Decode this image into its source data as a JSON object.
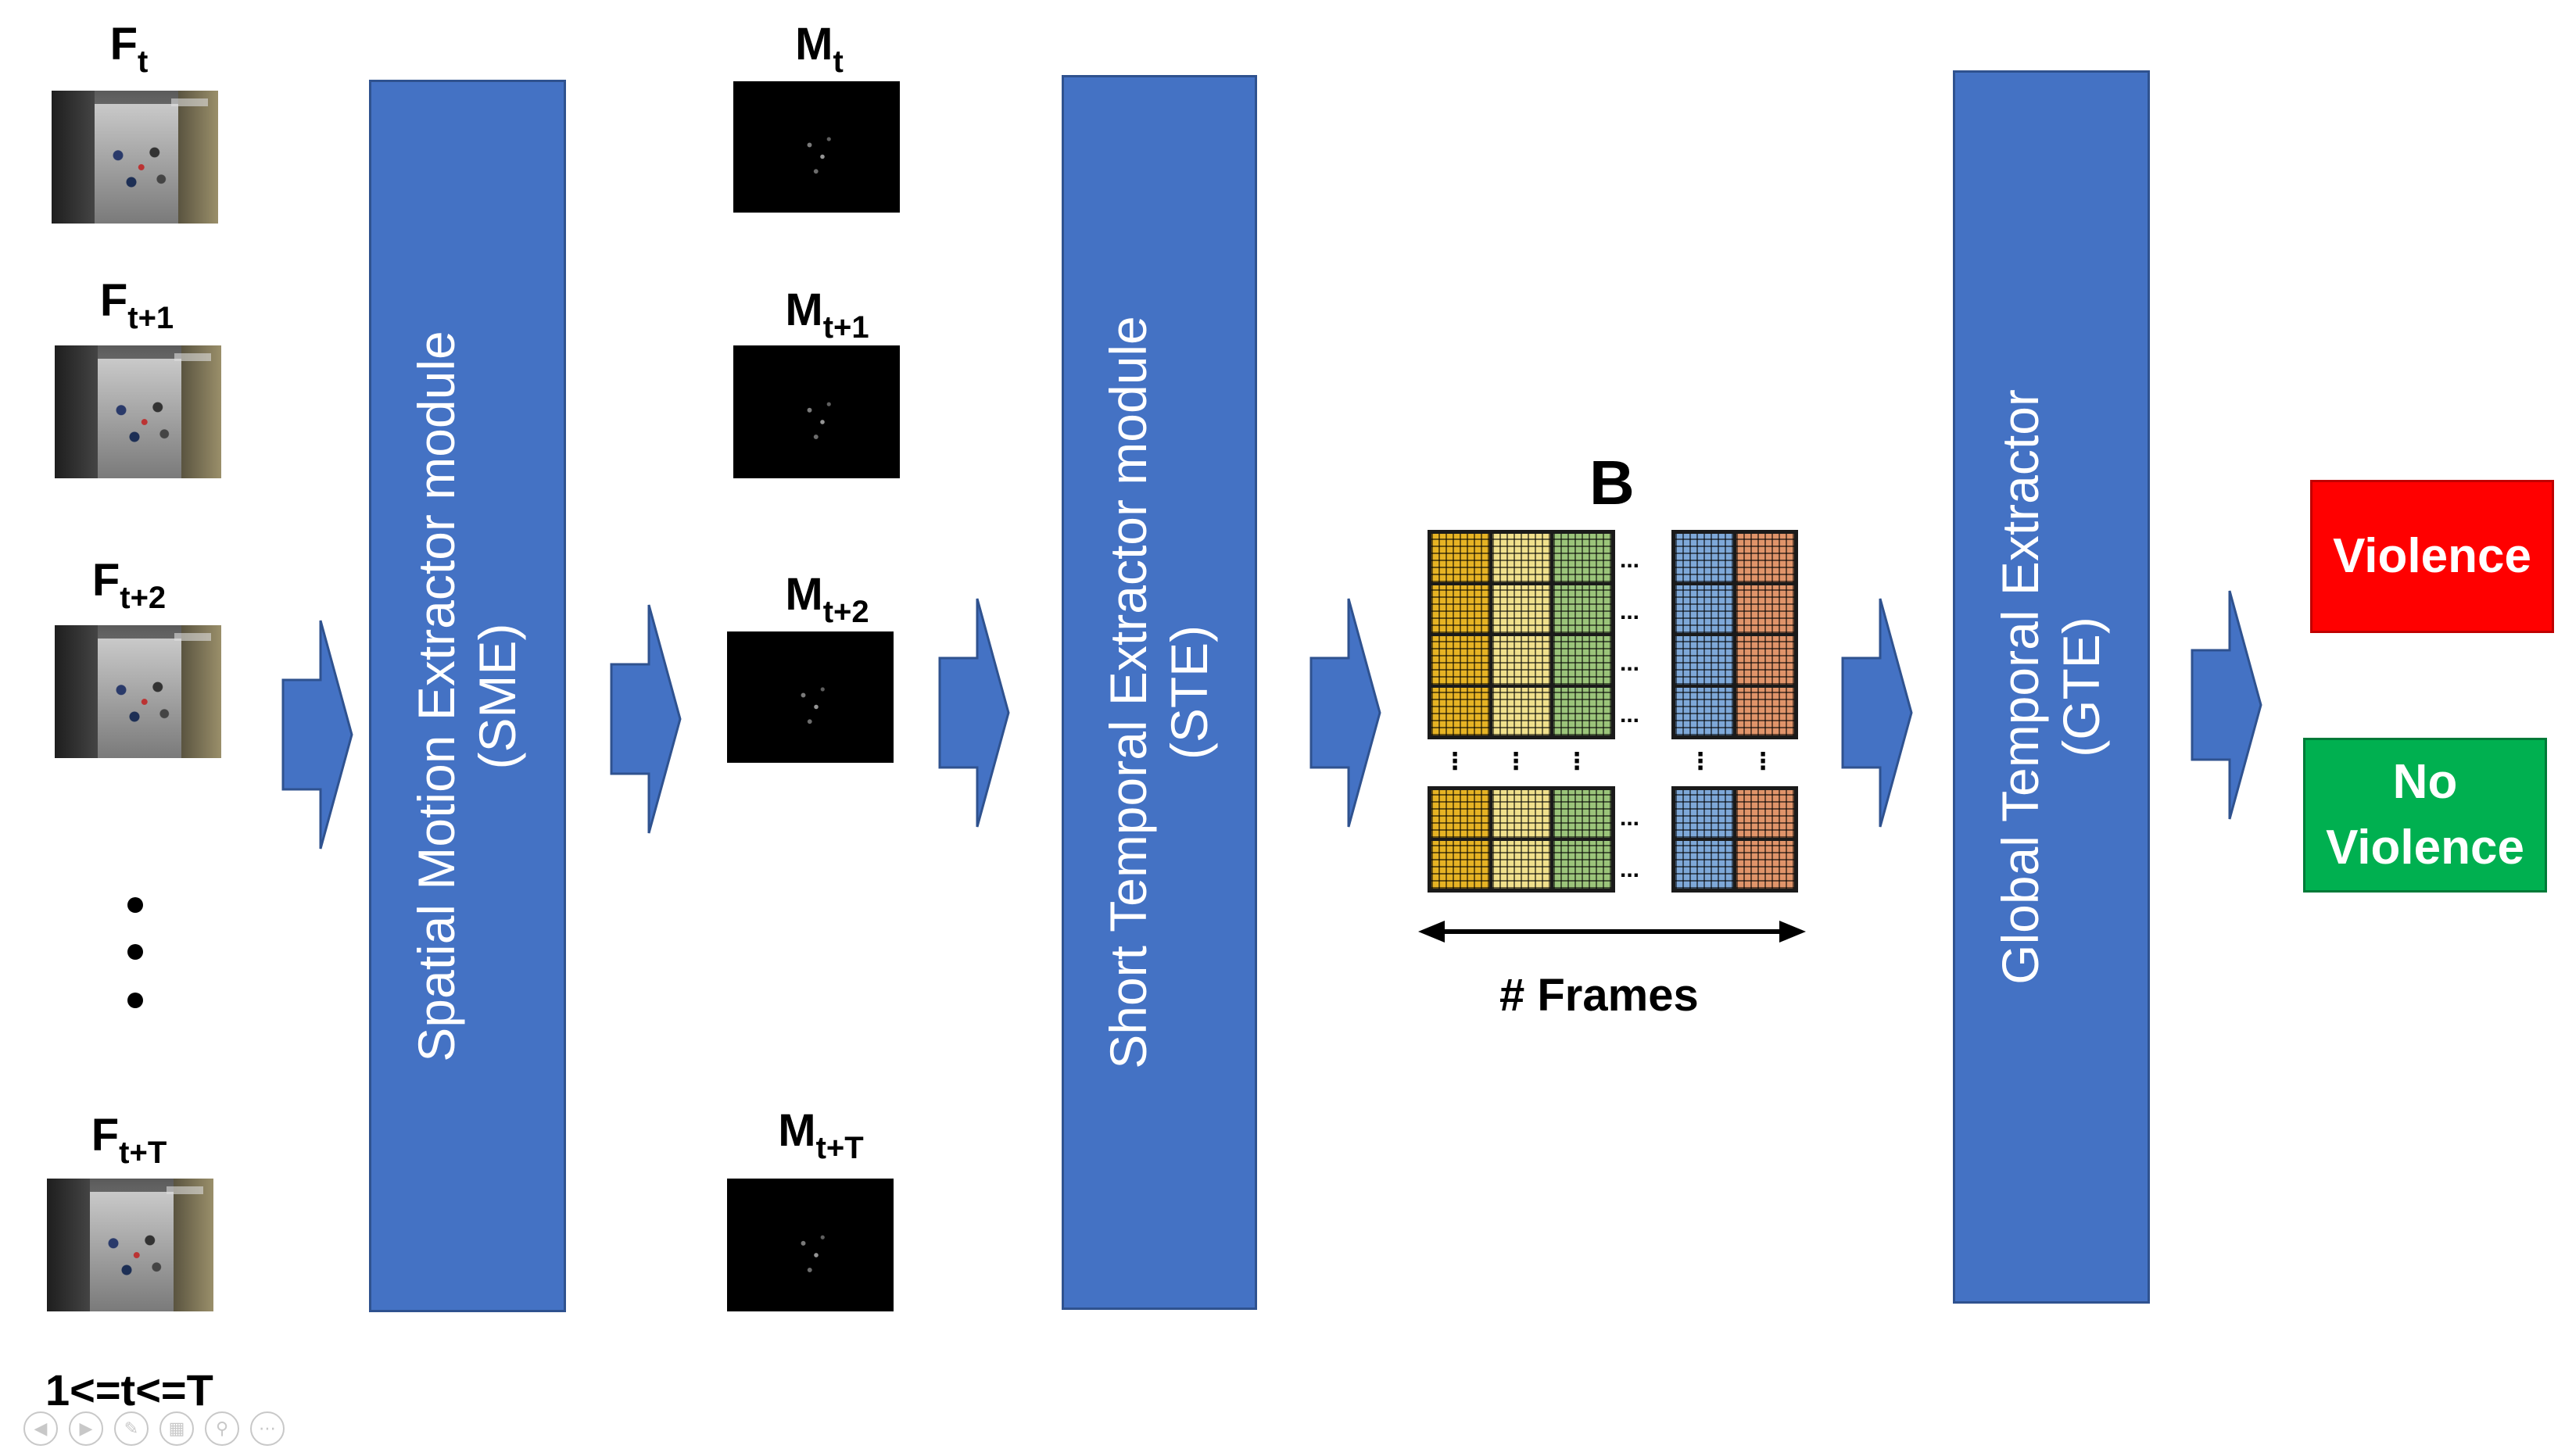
{
  "frames": [
    {
      "base": "F",
      "sub": "t"
    },
    {
      "base": "F",
      "sub": "t+1"
    },
    {
      "base": "F",
      "sub": "t+2"
    },
    {
      "base": "F",
      "sub": "t+T"
    }
  ],
  "motion_maps": [
    {
      "base": "M",
      "sub": "t"
    },
    {
      "base": "M",
      "sub": "t+1"
    },
    {
      "base": "M",
      "sub": "t+2"
    },
    {
      "base": "M",
      "sub": "t+T"
    }
  ],
  "range_label": "1<=t<=T",
  "modules": {
    "sme": {
      "line1": "Spatial Motion Extractor module",
      "line2": "(SME)"
    },
    "ste": {
      "line1": "Short Temporal Extractor module",
      "line2": "(STE)"
    },
    "gte": {
      "line1": "Global Temporal Extractor",
      "line2": "(GTE)"
    }
  },
  "buffer": {
    "title": "B",
    "axis_label": "# Frames",
    "ellipsis": "...",
    "vertical_ellipsis": "⋮",
    "colors": {
      "yellow": "#e6b324",
      "cream": "#f0e08c",
      "green": "#9bc47a",
      "blue": "#7ea8d8",
      "orange": "#e0946a"
    }
  },
  "outputs": {
    "violence": {
      "label": "Violence",
      "color": "#ff0000"
    },
    "no_violence": {
      "line1": "No",
      "line2": "Violence",
      "color": "#00b050"
    }
  },
  "colors": {
    "module": "#4472c4",
    "module_border": "#2f528f",
    "arrow": "#4472c4"
  },
  "toolbar_icons": [
    "prev-icon",
    "next-icon",
    "pen-icon",
    "slides-icon",
    "zoom-icon",
    "more-icon"
  ]
}
